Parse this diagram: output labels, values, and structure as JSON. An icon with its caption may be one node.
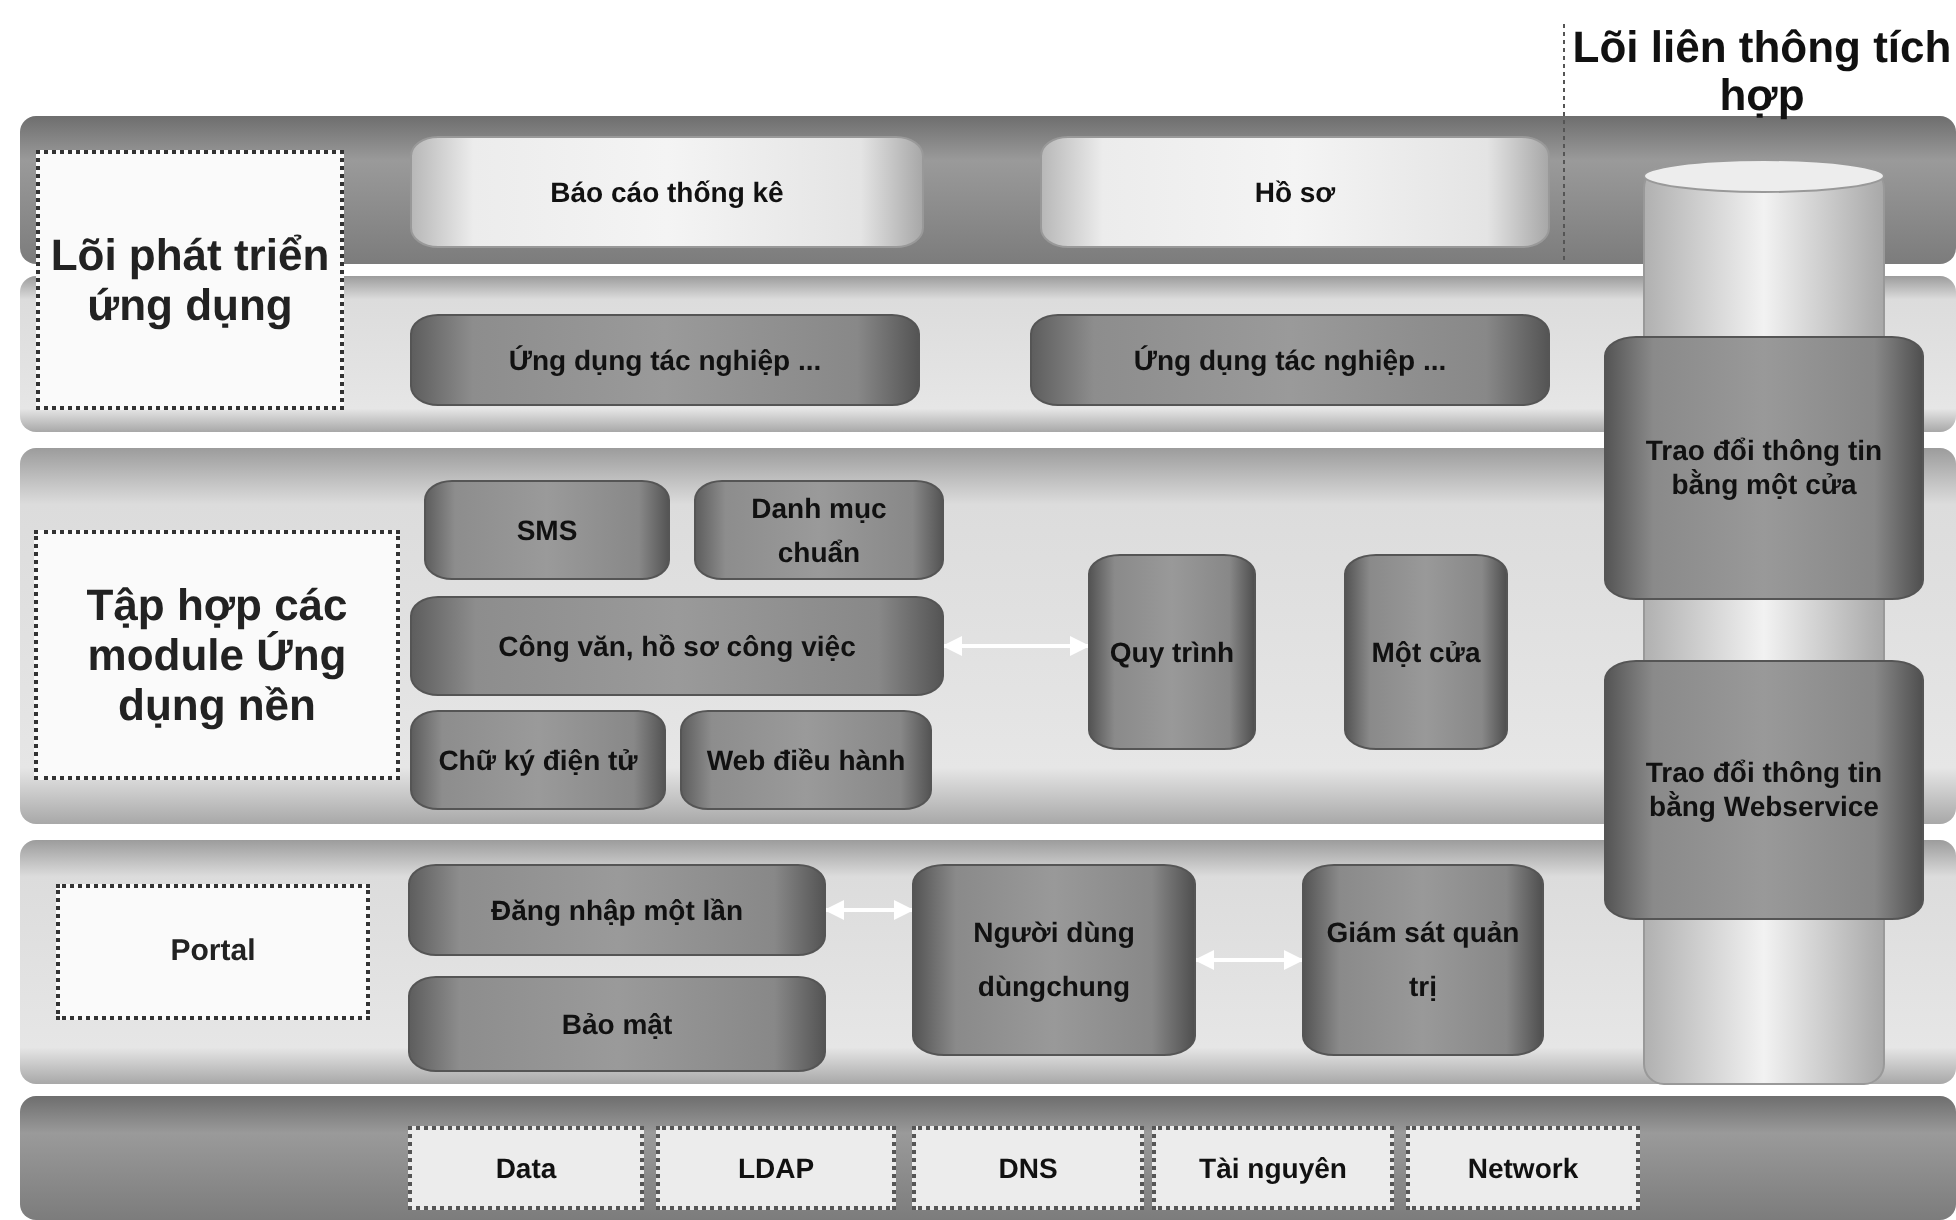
{
  "diagram": {
    "nodes": [
      {
        "text": [
          "Lõi phát triển ứng dụng"
        ]
      },
      {
        "text": [
          "Báo cáo thống kê"
        ]
      },
      {
        "text": [
          "Hồ sơ"
        ]
      },
      {
        "text": [
          "Ứng dụng tác nghiệp ..."
        ]
      },
      {
        "text": [
          "Ứng dụng tác nghiệp ..."
        ]
      },
      {
        "text": [
          "Tập hợp các module Ứng dụng nền"
        ]
      },
      {
        "text": [
          "SMS"
        ]
      },
      {
        "text": [
          "Danh mục chuẩn"
        ]
      },
      {
        "text": [
          "Công văn, hồ sơ công việc"
        ]
      },
      {
        "text": [
          "Chữ ký điện tử"
        ]
      },
      {
        "text": [
          "Web điều hành"
        ]
      },
      {
        "text": [
          "Quy trình"
        ]
      },
      {
        "text": [
          "Một cửa"
        ]
      },
      {
        "text": [
          "Portal"
        ]
      },
      {
        "text": [
          "Đăng nhập một lần"
        ]
      },
      {
        "text": [
          "Bảo mật"
        ]
      },
      {
        "text": [
          "Người dùng dùngchung"
        ]
      },
      {
        "text": [
          "Giám sát quản trị"
        ]
      },
      {
        "text": [
          "Data"
        ]
      },
      {
        "text": [
          "LDAP"
        ]
      },
      {
        "text": [
          "DNS"
        ]
      },
      {
        "text": [
          "Tài nguyên"
        ]
      },
      {
        "text": [
          "Network"
        ]
      },
      {
        "text": [
          "Trao đổi thông tin bằng một cửa"
        ]
      },
      {
        "text": [
          "Trao đổi thông tin bằng Webservice"
        ]
      }
    ],
    "edges": [
      {
        "from": 8,
        "to": 11,
        "arrow": "both"
      },
      {
        "from": 14,
        "to": 16,
        "arrow": "both"
      },
      {
        "from": 16,
        "to": 17,
        "arrow": "both"
      }
    ],
    "labels": [
      "Lõi liên thông tích hợp"
    ]
  }
}
